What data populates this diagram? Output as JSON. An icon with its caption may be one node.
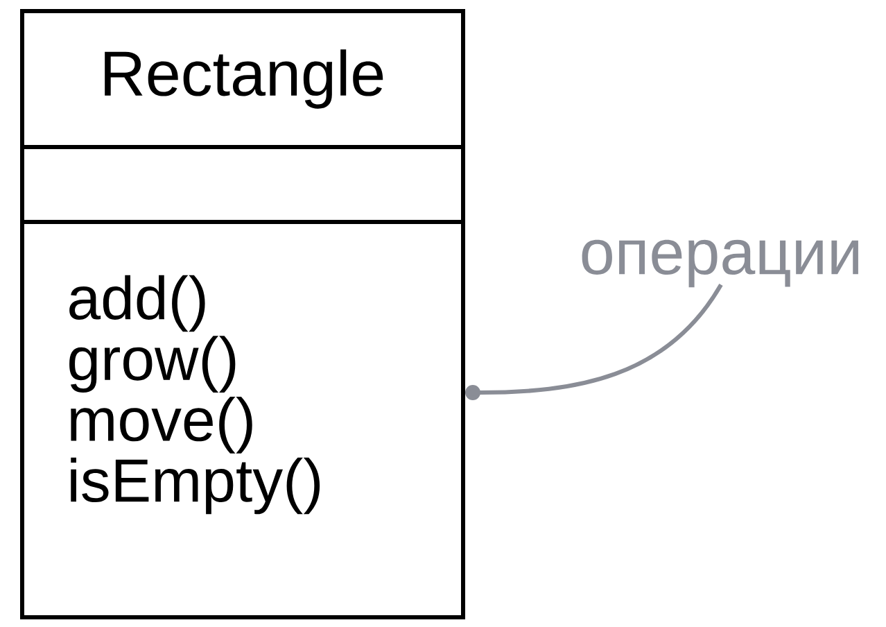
{
  "diagram": {
    "nodes": [
      {
        "text": [
          "Rectangle"
        ]
      },
      {
        "text": [],
        "shape": "box"
      },
      {
        "text": [
          "add()",
          "grow()",
          "move()",
          "isEmpty()"
        ]
      },
      {
        "text": [
          "операции"
        ]
      }
    ],
    "edges": [
      {
        "from": 3,
        "to": 2,
        "arrow": "other",
        "color": "#8a8d96"
      }
    ]
  }
}
